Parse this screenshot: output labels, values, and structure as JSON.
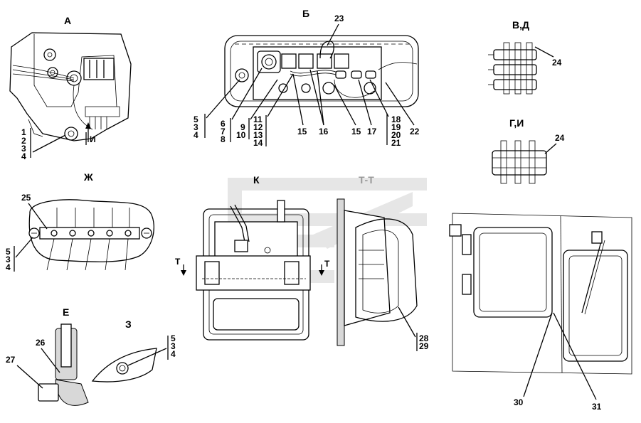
{
  "views": {
    "a": "А",
    "b": "Б",
    "vd": "В,Д",
    "gi": "Г,И",
    "zh": "Ж",
    "k": "К",
    "tt": "Т-Т",
    "e": "Е",
    "z": "З",
    "arrow_i": "И",
    "cut_t_left": "Т",
    "cut_t_right": "Т"
  },
  "callouts": {
    "a_stack": [
      "1",
      "2",
      "3",
      "4"
    ],
    "b_stack_5": [
      "5",
      "3",
      "4"
    ],
    "b_stack_6": [
      "6",
      "7",
      "8"
    ],
    "b_stack_9": [
      "9",
      "10"
    ],
    "b_stack_11": [
      "11",
      "12",
      "13",
      "14"
    ],
    "b_15a": "15",
    "b_16": "16",
    "b_15b": "15",
    "b_17": "17",
    "b_stack_18": [
      "18",
      "19",
      "20",
      "21"
    ],
    "b_22": "22",
    "b_23": "23",
    "vd_24": "24",
    "gi_24": "24",
    "zh_25": "25",
    "zh_stack": [
      "5",
      "3",
      "4"
    ],
    "e_26": "26",
    "e_27": "27",
    "z_stack": [
      "5",
      "3",
      "4"
    ],
    "tt_stack": [
      "28",
      "29"
    ],
    "n30": "30",
    "n31": "31"
  }
}
